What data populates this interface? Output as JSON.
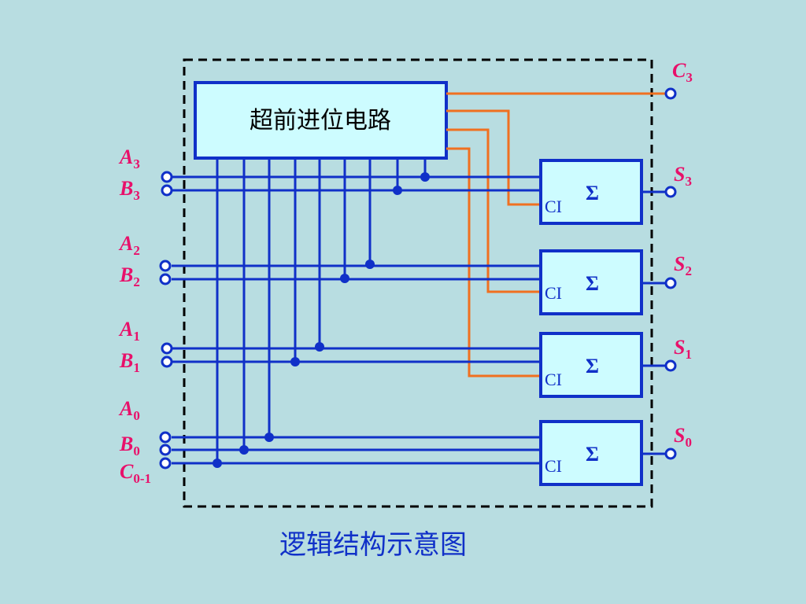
{
  "diagram": {
    "cla_block": {
      "label": "超前进位电路"
    },
    "adder_blocks": [
      {
        "sum_symbol": "Σ",
        "carry_in_label": "CI"
      },
      {
        "sum_symbol": "Σ",
        "carry_in_label": "CI"
      },
      {
        "sum_symbol": "Σ",
        "carry_in_label": "CI"
      },
      {
        "sum_symbol": "Σ",
        "carry_in_label": "CI"
      }
    ],
    "input_pins": [
      {
        "main": "A",
        "sub": "3"
      },
      {
        "main": "B",
        "sub": "3"
      },
      {
        "main": "A",
        "sub": "2"
      },
      {
        "main": "B",
        "sub": "2"
      },
      {
        "main": "A",
        "sub": "1"
      },
      {
        "main": "B",
        "sub": "1"
      },
      {
        "main": "A",
        "sub": "0"
      },
      {
        "main": "B",
        "sub": "0"
      },
      {
        "main": "C",
        "sub": "0-1"
      }
    ],
    "output_pins": [
      {
        "main": "C",
        "sub": "3"
      },
      {
        "main": "S",
        "sub": "3"
      },
      {
        "main": "S",
        "sub": "2"
      },
      {
        "main": "S",
        "sub": "1"
      },
      {
        "main": "S",
        "sub": "0"
      }
    ],
    "caption": "逻辑结构示意图"
  },
  "colors": {
    "background": "#b8dde1",
    "signal_wire": "#1030c8",
    "carry_wire": "#f07020",
    "block_fill": "#cdfcff",
    "pin_label": "#e8106a",
    "dashed_border": "#000000"
  }
}
